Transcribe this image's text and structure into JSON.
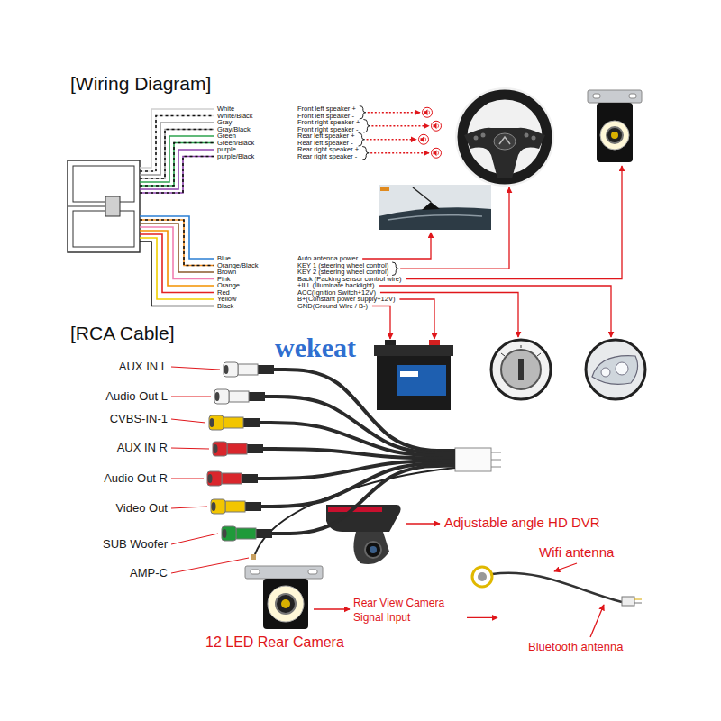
{
  "diagram": {
    "title": "[Wiring Diagram]",
    "labels": [
      "White",
      "White/Black",
      "Gray",
      "Gray/Black",
      "Green",
      "Green/Black",
      "purple",
      "purple/Black",
      "Front left speaker +",
      "Front left speaker -",
      "Front right speaker +",
      "Front right speaker -",
      "Rear left speaker +",
      "Rear left speaker -",
      "Rear right speaker +",
      "Rear right speaker -",
      "Blue",
      "Orange/Black",
      "Brown",
      "Pink",
      "Orange",
      "Red",
      "Yellow",
      "Black",
      "Auto antenna power",
      "KEY 1 (steering wheel control)",
      "KEY 2 (steering wheel control)",
      "Back (Packing sensor control wire)",
      "+ILL (Illuminate backlight)",
      "ACC(Ignition Switch+12V)",
      "B+(Constant power supply+12V)",
      "GND(Ground Wire / B-)",
      "[RCA Cable]",
      "AUX IN L",
      "Audio Out L",
      "CVBS-IN-1",
      "AUX IN R",
      "Audio Out R",
      "Video Out",
      "SUB Woofer",
      "AMP-C",
      "Adjustable angle HD DVR",
      "Wifi antenna",
      "Rear View Camera Signal Input",
      "12 LED Rear Camera",
      "Bluetooth antenna",
      "wekeat"
    ]
  }
}
